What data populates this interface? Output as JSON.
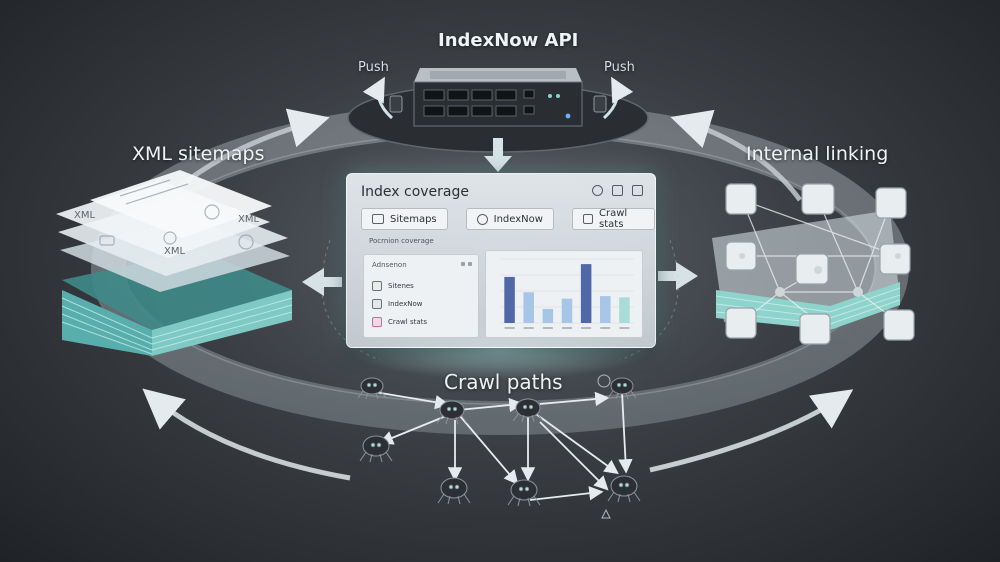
{
  "labels": {
    "api": "IndexNow API",
    "xml": "XML sitemaps",
    "linking": "Internal linking",
    "crawl": "Crawl paths",
    "push_left": "Push",
    "push_right": "Push"
  },
  "panel": {
    "title": "Index coverage",
    "tabs": [
      "Sitemaps",
      "IndexNow",
      "Crawl stats"
    ],
    "sub_label": "Pocrnion coverage",
    "list_header": "Adnsenon",
    "list_items": [
      "Sitenes",
      "IndexNow",
      "Crawl stats"
    ]
  },
  "sheets": {
    "xml_a": "XML",
    "xml_b": "XML",
    "xml_c": "XML"
  },
  "chart_data": {
    "type": "bar",
    "categories": [
      "",
      "",
      "",
      "",
      "",
      "",
      ""
    ],
    "series": [
      {
        "values": [
          72,
          48,
          22,
          38,
          92,
          42,
          40
        ]
      }
    ],
    "colors": [
      "#5068a8",
      "#a7c5e6",
      "#a7c5e6",
      "#a7c5e6",
      "#5068a8",
      "#a7c5e6",
      "#a9dcd6"
    ]
  },
  "colors": {
    "accent": "#8fd8d4",
    "ring": "#9aa6ad",
    "panel_bg": "#e6ebef"
  }
}
